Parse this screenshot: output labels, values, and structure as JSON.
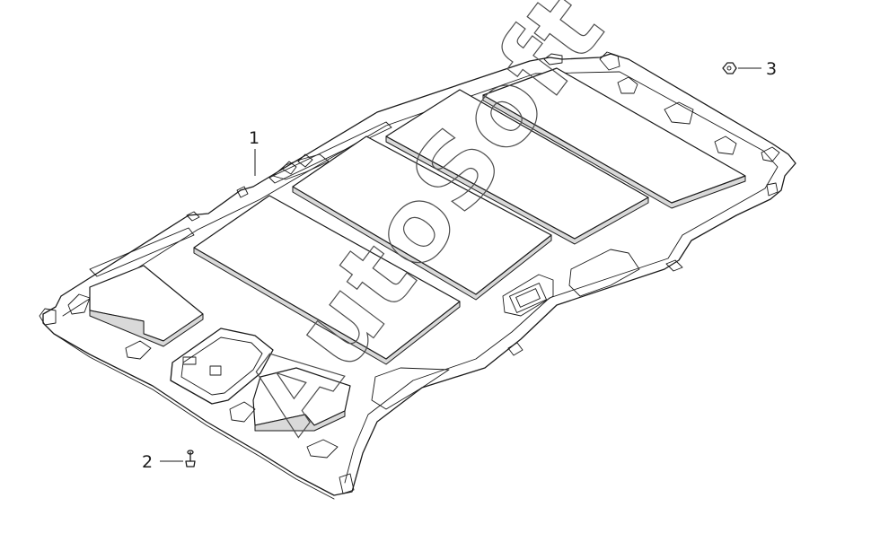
{
  "callouts": {
    "part1": "1",
    "part2": "2",
    "part3": "3"
  },
  "watermark": "AutoSoft",
  "colors": {
    "line": "#1a1a1a",
    "watermark_outline": "#4d4d4d"
  }
}
